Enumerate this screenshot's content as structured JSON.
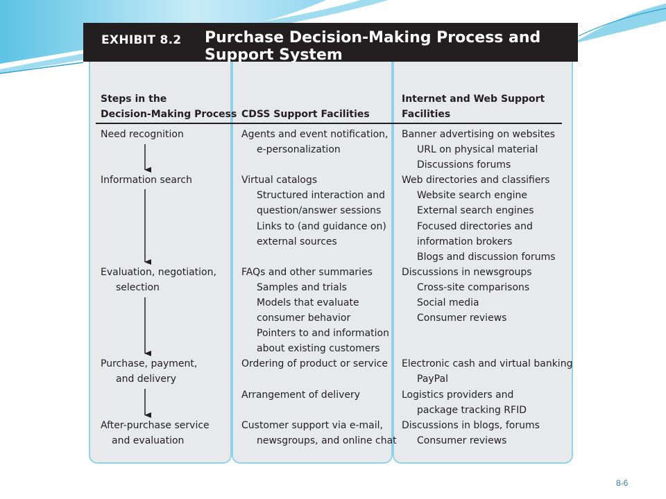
{
  "exhibit": {
    "label": "EXHIBIT 8.2",
    "title": "Purchase Decision-Making Process and Support System"
  },
  "columns": {
    "steps_header": [
      "Steps in the",
      "Decision-Making Process"
    ],
    "cdss_header": "CDSS Support Facilities",
    "web_header": [
      "Internet and Web Support",
      "Facilities"
    ]
  },
  "steps": [
    [
      "Need recognition"
    ],
    [
      "Information search"
    ],
    [
      "Evaluation, negotiation,",
      "selection"
    ],
    [
      "Purchase, payment,",
      "and delivery"
    ],
    [
      "After-purchase service",
      "and evaluation"
    ]
  ],
  "cdss": [
    "Agents and event notification,",
    "e-personalization",
    "Virtual catalogs",
    "Structured interaction and",
    "question/answer sessions",
    "Links to (and guidance on)",
    "external sources",
    "FAQs and other summaries",
    "Samples and trials",
    "Models that evaluate",
    "consumer behavior",
    "Pointers to and information",
    "about existing customers",
    "Ordering of product or service",
    "Arrangement of delivery",
    "Customer support via e-mail,",
    "newsgroups, and online chat"
  ],
  "web": [
    "Banner advertising on websites",
    "URL on physical material",
    "Discussions forums",
    "Web directories and classifiers",
    "Website search engine",
    "External search engines",
    "Focused directories and",
    "information brokers",
    "Blogs and discussion forums",
    "Discussions in newsgroups",
    "Cross-site comparisons",
    "Social media",
    "Consumer reviews",
    "Electronic cash and virtual banking",
    "PayPal",
    "Logistics providers and",
    "package tracking RFID",
    "Discussions in blogs, forums",
    "Consumer reviews"
  ],
  "page_number": "8-6",
  "colors": {
    "header_bg": "#231f20",
    "column_bg": "#e8e9ea",
    "column_border": "#8fd3ea",
    "swoosh": "#5fc4e6"
  }
}
